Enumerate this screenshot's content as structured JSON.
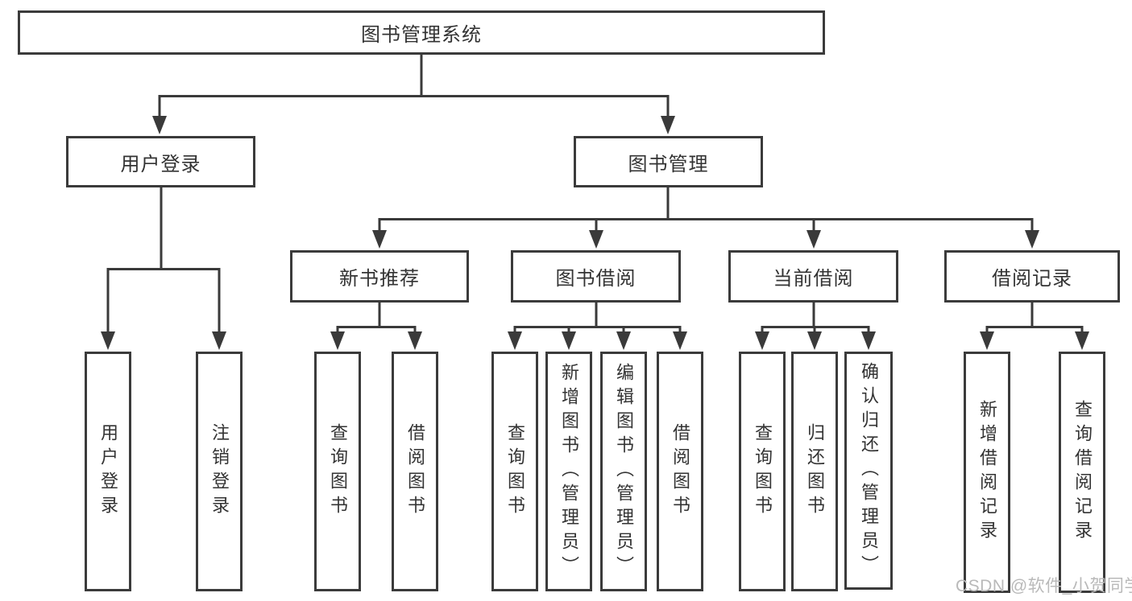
{
  "diagram": {
    "type": "tree-structure-chart",
    "root": {
      "label": "图书管理系统"
    },
    "level2": [
      {
        "label": "用户登录",
        "children": [
          {
            "label": "用户登录"
          },
          {
            "label": "注销登录"
          }
        ]
      },
      {
        "label": "图书管理",
        "children": [
          {
            "label": "新书推荐",
            "children": [
              {
                "label": "查询图书"
              },
              {
                "label": "借阅图书"
              }
            ]
          },
          {
            "label": "图书借阅",
            "children": [
              {
                "label": "查询图书"
              },
              {
                "label": "新增图书（管理员）"
              },
              {
                "label": "编辑图书（管理员）"
              },
              {
                "label": "借阅图书"
              }
            ]
          },
          {
            "label": "当前借阅",
            "children": [
              {
                "label": "查询图书"
              },
              {
                "label": "归还图书"
              },
              {
                "label": "确认归还（管理员）"
              }
            ]
          },
          {
            "label": "借阅记录",
            "children": [
              {
                "label": "新增借阅记录"
              },
              {
                "label": "查询借阅记录"
              }
            ]
          }
        ]
      }
    ],
    "watermark": "CSDN @软件_小贺同学",
    "colors": {
      "background": "#ffffff",
      "box_border": "#3b3b3b",
      "connector_line": "#3a3a3a",
      "text": "#333333",
      "watermark": "#b9b9b9"
    }
  }
}
